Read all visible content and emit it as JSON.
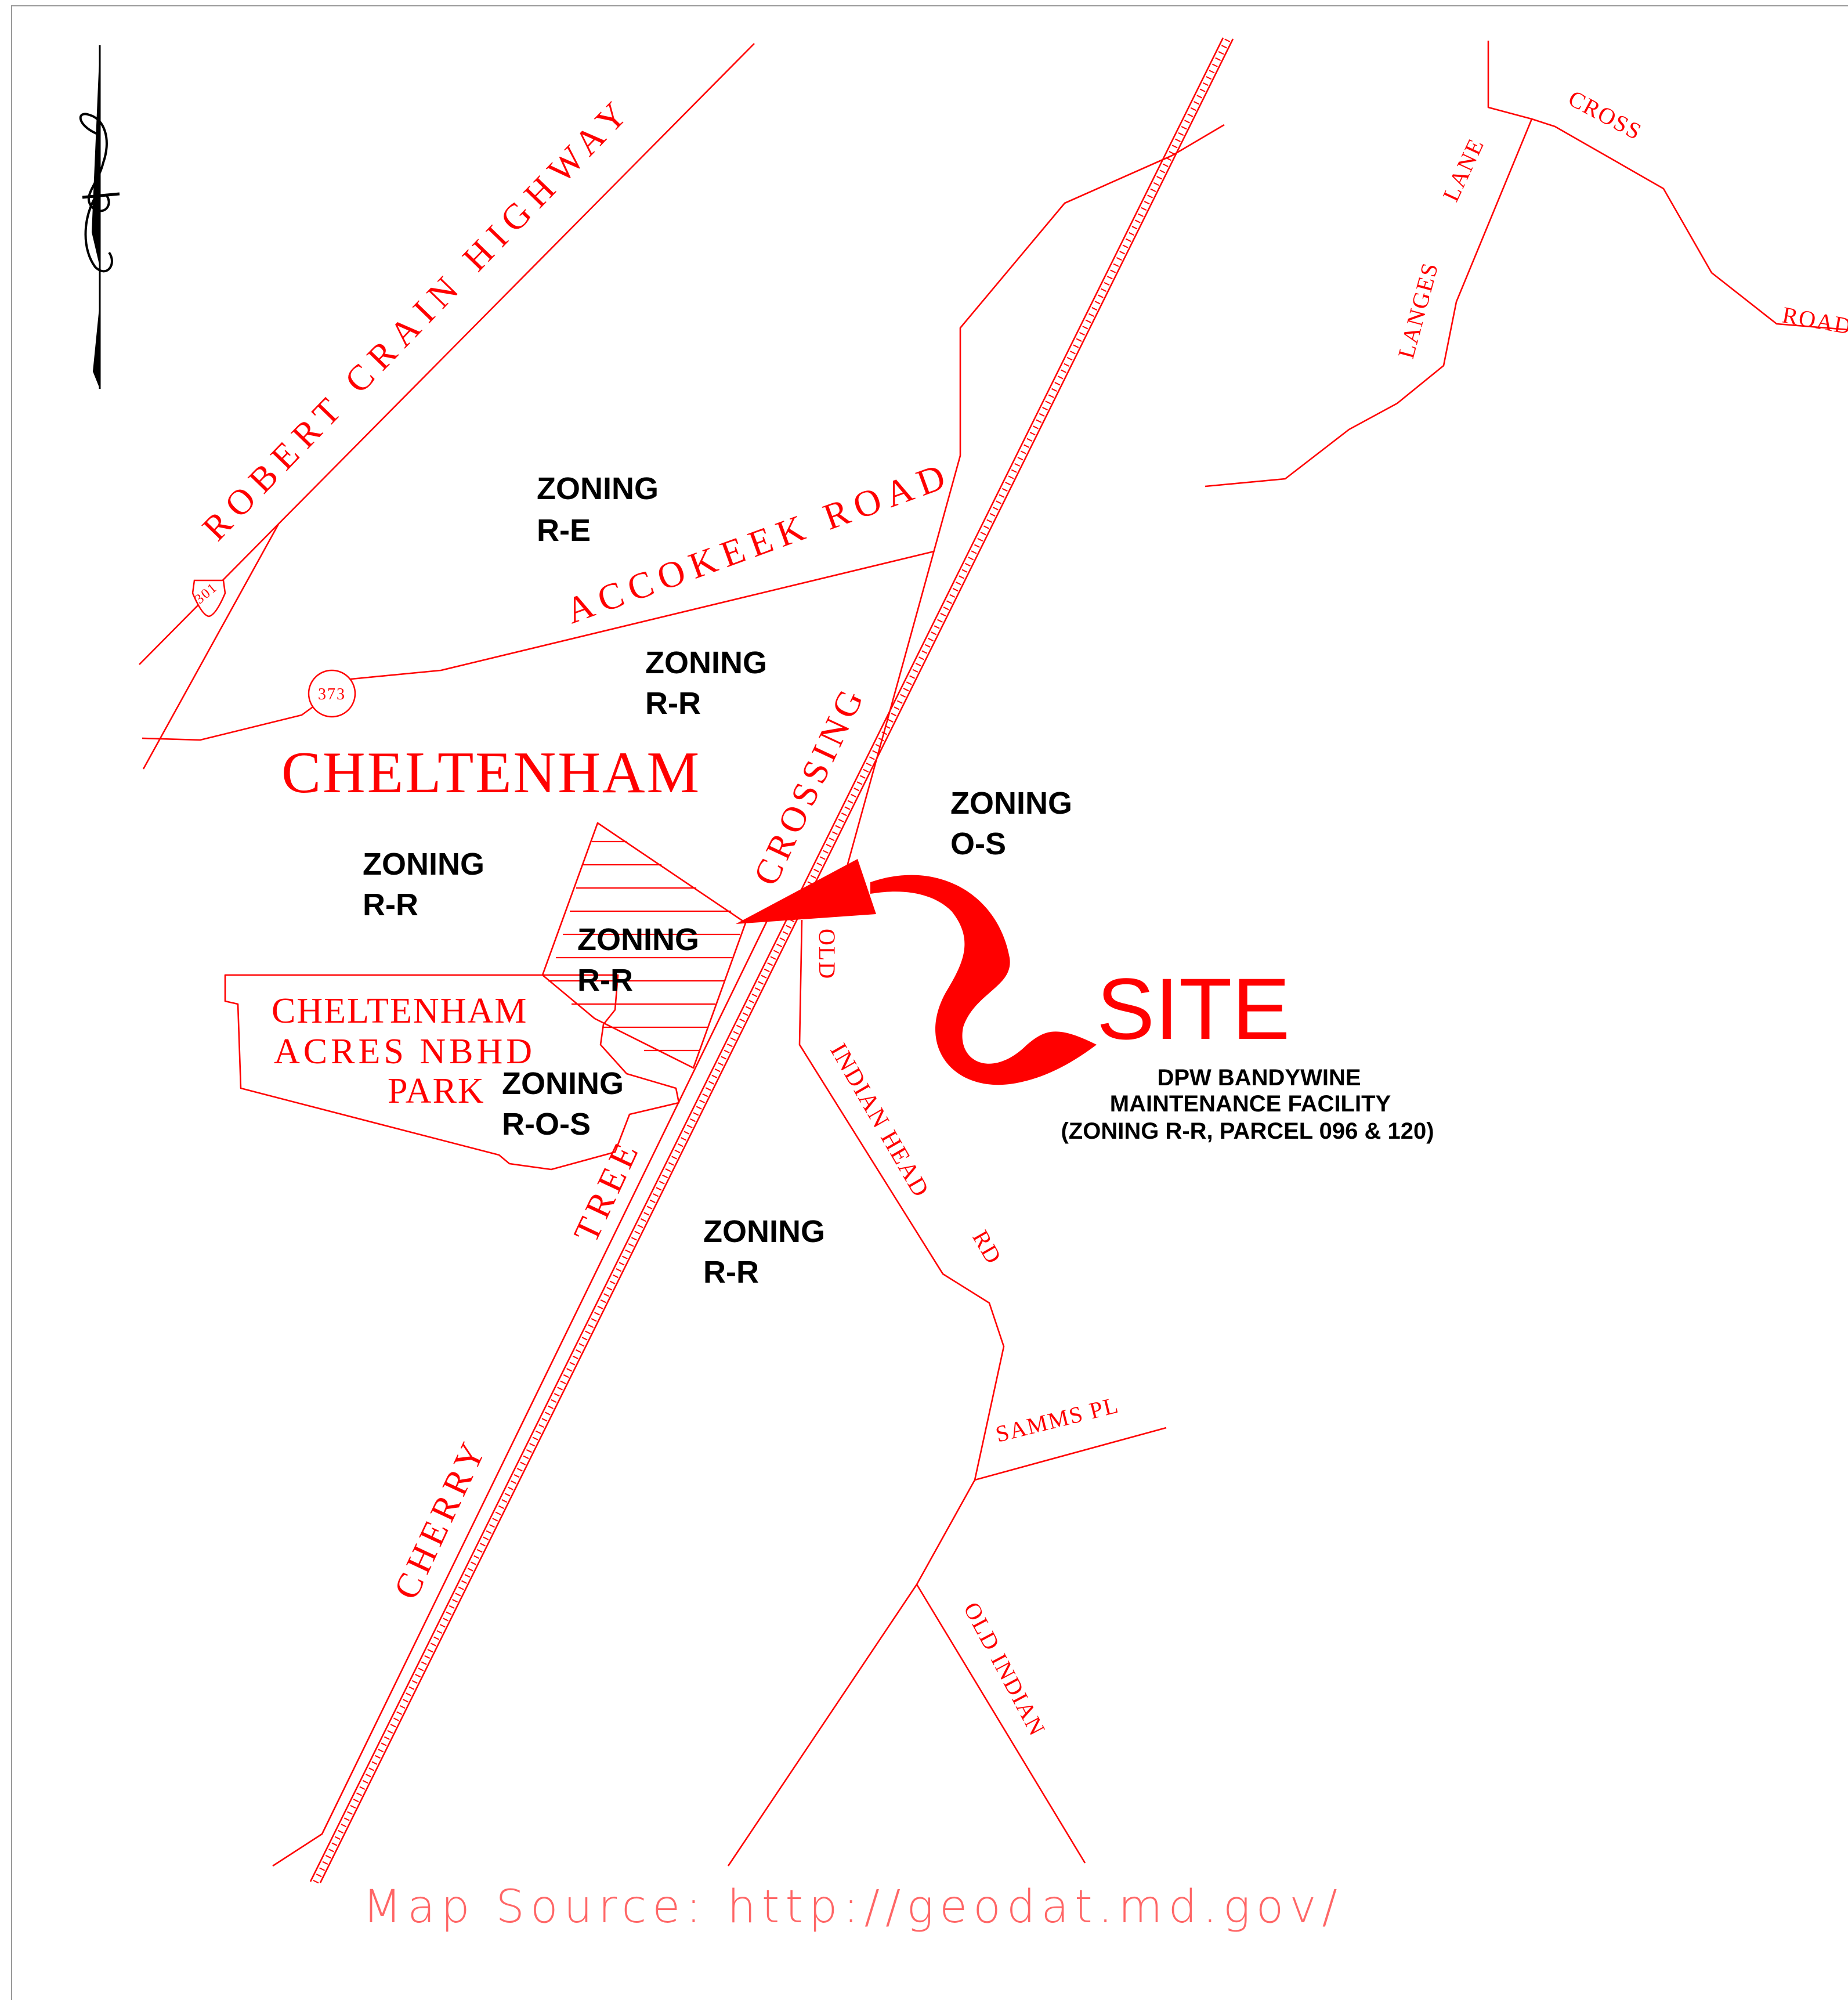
{
  "map": {
    "colors": {
      "roads": "#ff0000",
      "labels_street": "#ff0000",
      "labels_zoning": "#000000",
      "background": "#ffffff"
    },
    "icons": {
      "north_arrow": "north-arrow-icon",
      "us_route_shield": "us-route-shield-icon",
      "state_route_shield": "state-route-shield-icon",
      "site_arrow": "site-arrow-icon"
    },
    "roads": {
      "robert_crain_highway": "ROBERT CRAIN HIGHWAY",
      "accokeek_road": "ACCOKEEK ROAD",
      "cherry_tree_crossing_1": "CHERRY",
      "cherry_tree_crossing_2": "TREE",
      "cherry_tree_crossing_3": "CROSSING",
      "old_indian_head_rd_1": "OLD",
      "old_indian_head_rd_2": "INDIAN HEAD",
      "old_indian_head_rd_3": "RD",
      "cross_road_1": "CROSS",
      "cross_road_2": "ROAD",
      "langes_lane_1": "LANGES",
      "langes_lane_2": "LANE",
      "samms_pl": "SAMMS PL",
      "old_indian": "OLD INDIAN"
    },
    "shields": {
      "us_route": "301",
      "state_route": "373"
    },
    "places": {
      "cheltenham": "CHELTENHAM",
      "park_line1": "CHELTENHAM",
      "park_line2": "ACRES NBHD",
      "park_line3": "PARK"
    },
    "zoning": [
      {
        "label": "ZONING",
        "code": "R-E"
      },
      {
        "label": "ZONING",
        "code": "R-R"
      },
      {
        "label": "ZONING",
        "code": "O-S"
      },
      {
        "label": "ZONING",
        "code": "R-R"
      },
      {
        "label": "ZONING",
        "code": "R-R"
      },
      {
        "label": "ZONING",
        "code": "R-O-S"
      },
      {
        "label": "ZONING",
        "code": "R-R"
      }
    ],
    "site": {
      "title": "SITE",
      "line1": "DPW BANDYWINE",
      "line2": "MAINTENANCE FACILITY",
      "line3": "(ZONING R-R, PARCEL 096 & 120)"
    },
    "source": "Map Source: http://geodat.md.gov/"
  }
}
